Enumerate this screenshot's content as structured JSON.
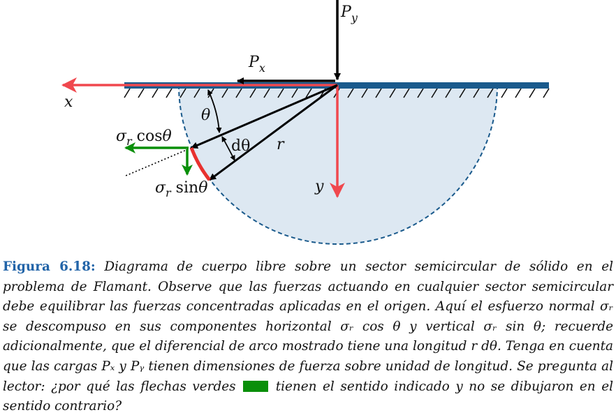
{
  "labels": {
    "py": "P",
    "py_sub": "y",
    "px": "P",
    "px_sub": "x",
    "x_axis": "x",
    "y_axis": "y",
    "theta": "θ",
    "dtheta": "dθ",
    "r": "r",
    "sigma_cos_sigma": "σ",
    "sigma_cos_sub": "r",
    "sigma_cos_fn": " cos",
    "sigma_cos_theta": "θ",
    "sigma_sin_sigma": "σ",
    "sigma_sin_sub": "r",
    "sigma_sin_fn": " sin",
    "sigma_sin_theta": "θ"
  },
  "caption": {
    "label": "Figura 6.18:",
    "text_before_swatch": "Diagrama de cuerpo libre sobre un sector semicircular de sólido en el problema de Flamant. Observe que las fuerzas actuando en cualquier sector semicircular debe equilibrar las fuerzas concentradas aplicadas en el origen. Aquí el esfuerzo normal σᵣ se descompuso en sus componentes horizontal σᵣ cos θ y vertical σᵣ sin θ; recuerde adicionalmente, que el diferencial de arco mostrado tiene una longitud r dθ. Tenga en cuenta que las cargas Pₓ y Pᵧ tienen dimensiones de fuerza sobre unidad de longitud. Se pregunta al lector: ¿por qué las flechas verdes",
    "text_after_swatch": "tienen el sentido indicado y no se dibujaron en el sentido contrario?"
  },
  "colors": {
    "surface": "#1a5a8c",
    "region_fill": "#dde8f2",
    "region_border": "#1a5a8c",
    "axis_red": "#f0484e",
    "component_green": "#0a8f0a",
    "arc_red": "#e8312e",
    "caption_label": "#2264a8"
  }
}
